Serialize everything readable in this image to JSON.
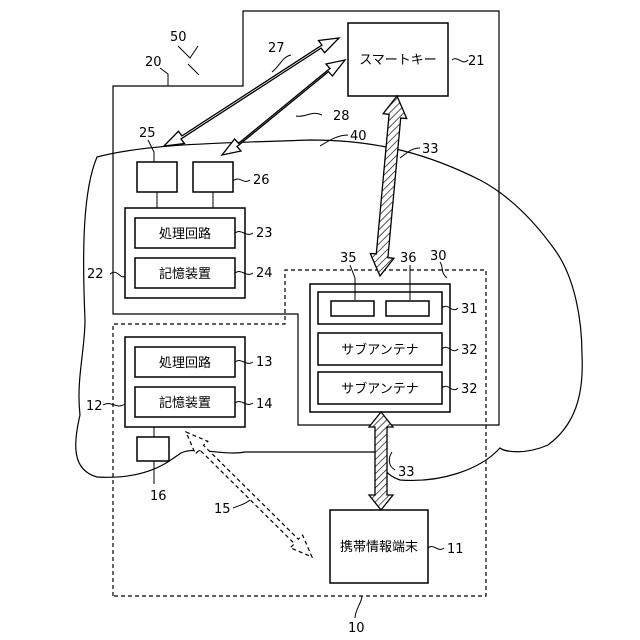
{
  "labels": {
    "smart_key": "スマートキー",
    "processing_circuit_upper": "処理回路",
    "storage_device_upper": "記憶装置",
    "sub_antenna_1": "サブアンテナ",
    "sub_antenna_2": "サブアンテナ",
    "processing_circuit_lower": "処理回路",
    "storage_device_lower": "記憶装置",
    "portable_terminal": "携帯情報端末"
  },
  "refs": {
    "r50": "50",
    "r20": "20",
    "r27": "27",
    "r21": "21",
    "r28": "28",
    "r25": "25",
    "r40": "40",
    "r33a": "33",
    "r26": "26",
    "r23": "23",
    "r22": "22",
    "r24": "24",
    "r35": "35",
    "r36": "36",
    "r30": "30",
    "r31": "31",
    "r32a": "32",
    "r13": "13",
    "r32b": "32",
    "r12": "12",
    "r14": "14",
    "r33b": "33",
    "r16": "16",
    "r15": "15",
    "r11": "11",
    "r10": "10"
  }
}
